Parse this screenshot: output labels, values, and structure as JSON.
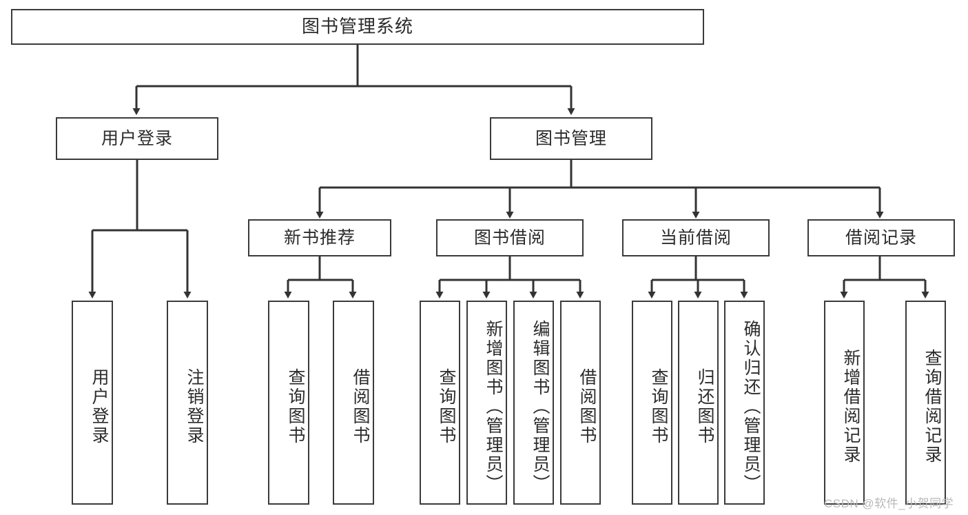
{
  "diagram": {
    "title": "图书管理系统",
    "watermark": "CSDN @软件_小贺同学",
    "colors": {
      "background": "#ffffff",
      "border": "#3a3a3a",
      "connector": "#333333",
      "text": "#2b2b2b",
      "watermark": "#b9b9b9"
    },
    "level1": [
      {
        "label": "用户登录"
      },
      {
        "label": "图书管理"
      }
    ],
    "level2": [
      {
        "label": "新书推荐"
      },
      {
        "label": "图书借阅"
      },
      {
        "label": "当前借阅"
      },
      {
        "label": "借阅记录"
      }
    ],
    "leaves": {
      "user_login": [
        {
          "label": "用户登录"
        },
        {
          "label": "注销登录"
        }
      ],
      "new_book": [
        {
          "label": "查询图书"
        },
        {
          "label": "借阅图书"
        }
      ],
      "book_borrow": [
        {
          "label": "查询图书"
        },
        {
          "label": "新增图书（管理员）"
        },
        {
          "label": "编辑图书（管理员）"
        },
        {
          "label": "借阅图书"
        }
      ],
      "current_borrow": [
        {
          "label": "查询图书"
        },
        {
          "label": "归还图书"
        },
        {
          "label": "确认归还（管理员）"
        }
      ],
      "borrow_record": [
        {
          "label": "新增借阅记录"
        },
        {
          "label": "查询借阅记录"
        }
      ]
    }
  }
}
